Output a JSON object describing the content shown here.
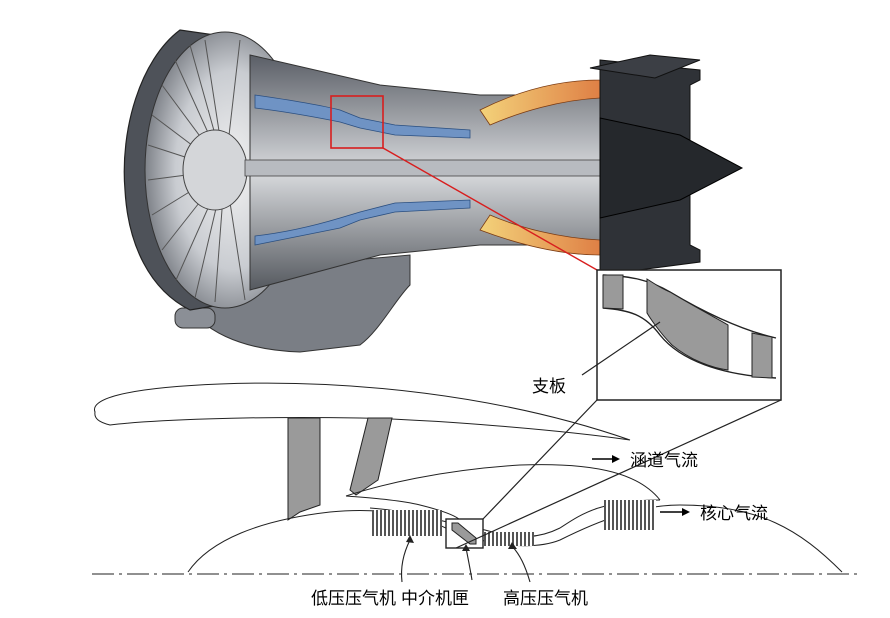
{
  "labels": {
    "strut": "支板",
    "bypass_flow": "涵道气流",
    "core_flow": "核心气流",
    "lp_compressor": "低压压气机",
    "intermediate_case": "中介机匣",
    "hp_compressor": "高压压气机"
  },
  "colors": {
    "highlight_red": "#d81e1e",
    "fill_gray": "#9a9a9a",
    "engine_dark": "#3a3d42",
    "engine_blue": "#6f93c4",
    "engine_orange": "#e39a3a"
  }
}
